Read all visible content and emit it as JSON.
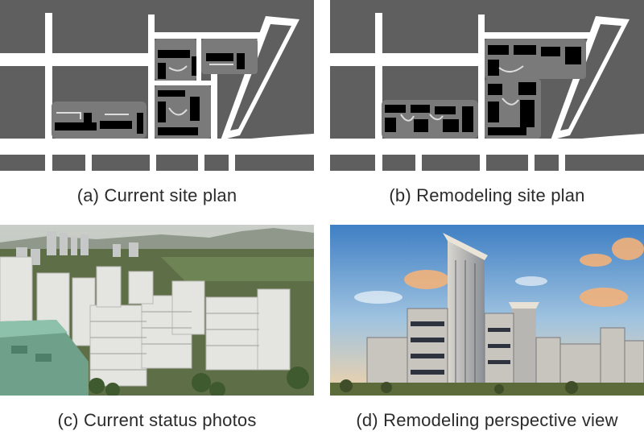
{
  "captions": {
    "a": "(a) Current site plan",
    "b": "(b) Remodeling site plan",
    "c": "(c) Current status photos",
    "d": "(d) Remodeling perspective view"
  },
  "colors": {
    "site_background": "#5f5f5f",
    "road": "#ffffff",
    "block_pad": "#7a7a7a",
    "building": "#000000",
    "sky_top": "#3f7fc4",
    "sunset_glow": "#f2b27a"
  }
}
